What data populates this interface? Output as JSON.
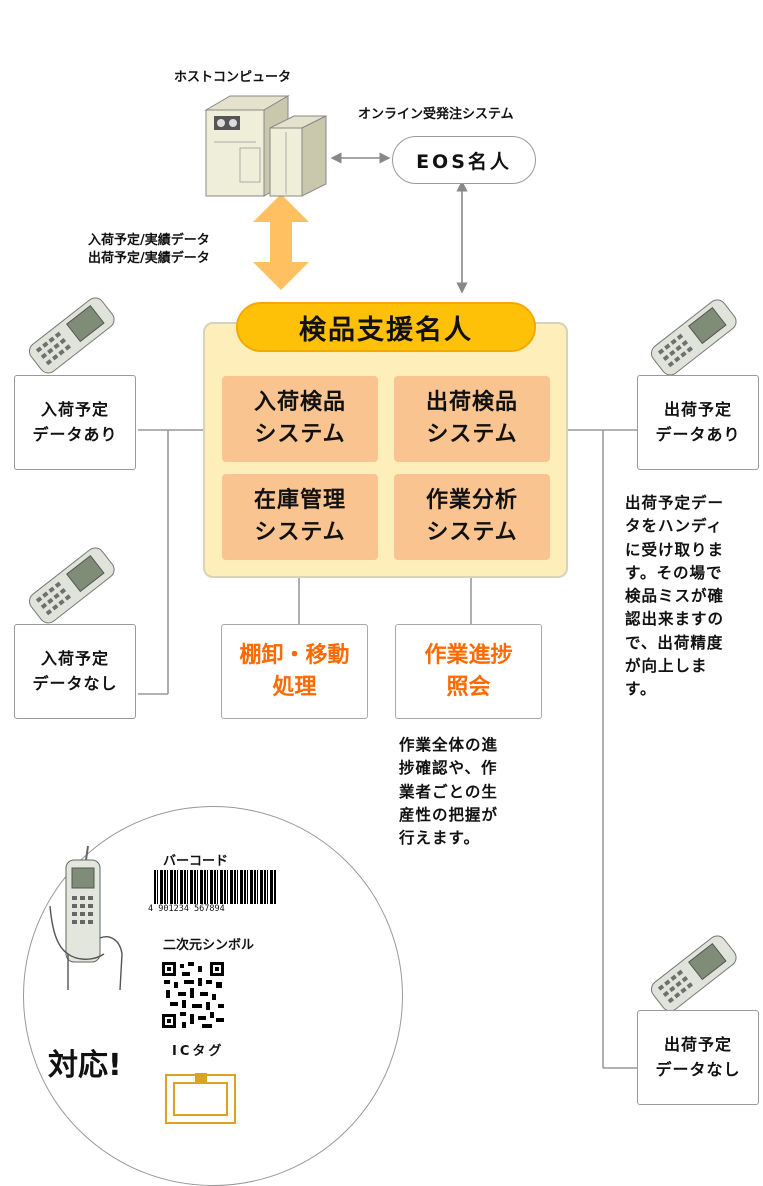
{
  "host": {
    "label": "ホストコンピュータ"
  },
  "eos": {
    "caption": "オンライン受発注システム",
    "name": "EOS名人"
  },
  "data_link": {
    "line1": "入荷予定/実績データ",
    "line2": "出荷予定/実績データ"
  },
  "main": {
    "title": "検品支援名人",
    "systems": [
      {
        "line1": "入荷検品",
        "line2": "システム"
      },
      {
        "line1": "出荷検品",
        "line2": "システム"
      },
      {
        "line1": "在庫管理",
        "line2": "システム"
      },
      {
        "line1": "作業分析",
        "line2": "システム"
      }
    ]
  },
  "outputs": [
    {
      "line1": "棚卸・移動",
      "line2": "処理"
    },
    {
      "line1": "作業進捗",
      "line2": "照会"
    }
  ],
  "progress_desc": [
    "作業全体の進",
    "捗確認や、作",
    "業者ごとの生",
    "産性の把握が",
    "行えます。"
  ],
  "left_boxes": [
    {
      "line1": "入荷予定",
      "line2": "データあり"
    },
    {
      "line1": "入荷予定",
      "line2": "データなし"
    }
  ],
  "right_boxes": [
    {
      "line1": "出荷予定",
      "line2": "データあり"
    },
    {
      "line1": "出荷予定",
      "line2": "データなし"
    }
  ],
  "shipping_desc": [
    "出荷予定デー",
    "タをハンディ",
    "に受け取りま",
    "す。その場で",
    "検品ミスが確",
    "認出来ますの",
    "で、出荷精度",
    "が向上しま",
    "す。"
  ],
  "media": {
    "barcode_label": "バーコード",
    "barcode_number": "4 901234 567894",
    "qr_label": "二次元シンボル",
    "ic_label": "ICタグ",
    "supported": "対応!"
  },
  "colors": {
    "title_pill": "#ffc107",
    "panel": "#fdeeba",
    "system_box": "#f9c48f",
    "output_text": "#ff6a00",
    "arrow": "#ffc061",
    "ic_tag": "#d9a421"
  }
}
